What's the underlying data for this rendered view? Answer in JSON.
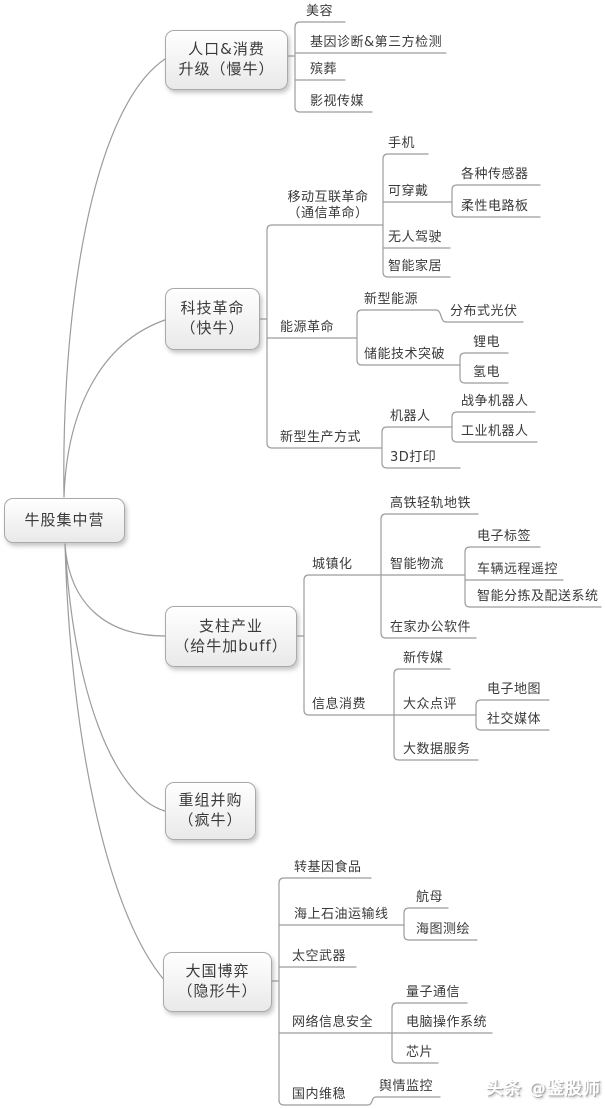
{
  "root": {
    "label": "牛股集中营"
  },
  "watermark": {
    "text": "头条 @鉴股师"
  },
  "colors": {
    "line": "#9c9c9c",
    "text": "#3a3a3a",
    "box_border": "#a9a9a9",
    "box_fill_top": "#ffffff",
    "box_fill_bottom": "#e9e9e9"
  },
  "branches": [
    {
      "line1": "人口&消费",
      "line2": "升级（慢牛）",
      "children": [
        {
          "label": "美容"
        },
        {
          "label": "基因诊断&第三方检测"
        },
        {
          "label": "殡葬"
        },
        {
          "label": "影视传媒"
        }
      ]
    },
    {
      "line1": "科技革命",
      "line2": "（快牛）",
      "children": [
        {
          "line1": "移动互联革命",
          "line2": "（通信革命）",
          "children": [
            {
              "label": "手机"
            },
            {
              "label": "可穿戴",
              "children": [
                {
                  "label": "各种传感器"
                },
                {
                  "label": "柔性电路板"
                }
              ]
            },
            {
              "label": "无人驾驶"
            },
            {
              "label": "智能家居"
            }
          ]
        },
        {
          "label": "能源革命",
          "children": [
            {
              "label": "新型能源",
              "children": [
                {
                  "label": "分布式光伏"
                }
              ]
            },
            {
              "label": "储能技术突破",
              "children": [
                {
                  "label": "锂电"
                },
                {
                  "label": "氢电"
                }
              ]
            }
          ]
        },
        {
          "label": "新型生产方式",
          "children": [
            {
              "label": "机器人",
              "children": [
                {
                  "label": "战争机器人"
                },
                {
                  "label": "工业机器人"
                }
              ]
            },
            {
              "label": "3D打印"
            }
          ]
        }
      ]
    },
    {
      "line1": "支柱产业",
      "line2": "（给牛加buff）",
      "children": [
        {
          "label": "城镇化",
          "children": [
            {
              "label": "高铁轻轨地铁"
            },
            {
              "label": "智能物流",
              "children": [
                {
                  "label": "电子标签"
                },
                {
                  "label": "车辆远程遥控"
                },
                {
                  "label": "智能分拣及配送系统"
                }
              ]
            },
            {
              "label": "在家办公软件"
            }
          ]
        },
        {
          "label": "信息消费",
          "children": [
            {
              "label": "新传媒"
            },
            {
              "label": "大众点评",
              "children": [
                {
                  "label": "电子地图"
                },
                {
                  "label": "社交媒体"
                }
              ]
            },
            {
              "label": "大数据服务"
            }
          ]
        }
      ]
    },
    {
      "line1": "重组并购",
      "line2": "（疯牛）",
      "children": []
    },
    {
      "line1": "大国博弈",
      "line2": "（隐形牛）",
      "children": [
        {
          "label": "转基因食品"
        },
        {
          "label": "海上石油运输线",
          "children": [
            {
              "label": "航母"
            },
            {
              "label": "海图测绘"
            }
          ]
        },
        {
          "label": "太空武器"
        },
        {
          "label": "网络信息安全",
          "children": [
            {
              "label": "量子通信"
            },
            {
              "label": "电脑操作系统"
            },
            {
              "label": "芯片"
            }
          ]
        },
        {
          "label": "国内维稳",
          "children": [
            {
              "label": "舆情监控"
            }
          ]
        }
      ]
    }
  ]
}
